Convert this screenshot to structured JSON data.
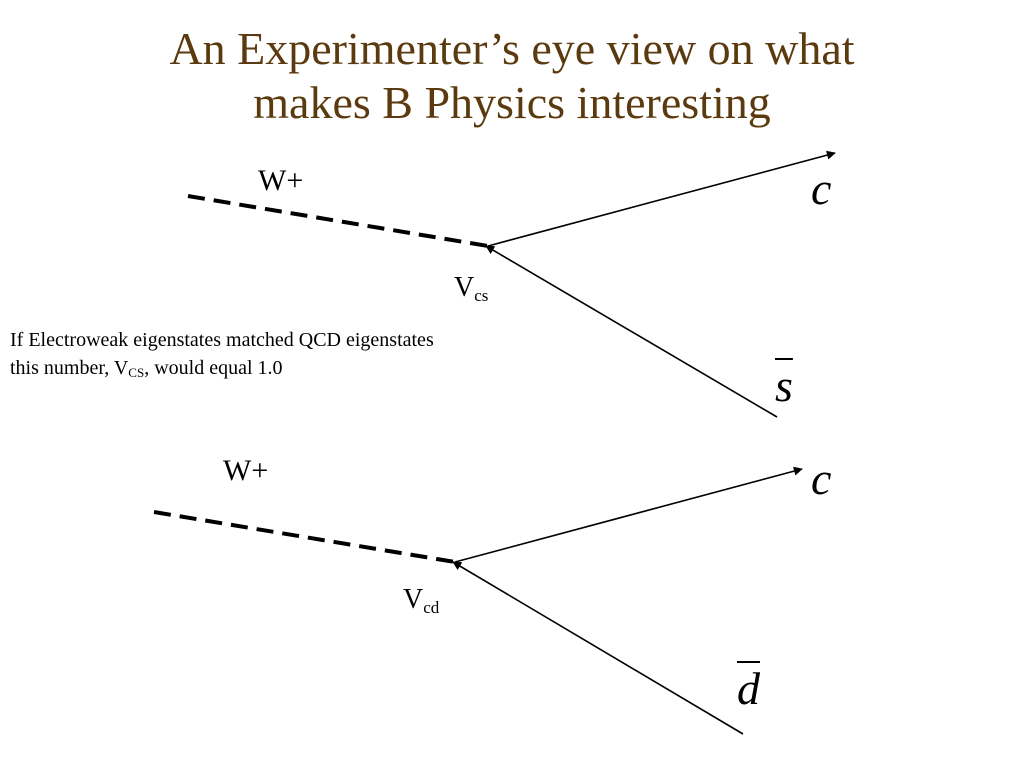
{
  "title": {
    "line1": "An Experimenter’s eye view on what",
    "line2": "makes B Physics interesting",
    "color": "#5a3a0e"
  },
  "diagram_top": {
    "boson": "W+",
    "vertex_main": "V",
    "vertex_sub": "cs",
    "quark_out": "c",
    "antiquark": "s"
  },
  "diagram_bottom": {
    "boson": "W+",
    "vertex_main": "V",
    "vertex_sub": "cd",
    "quark_out": "c",
    "antiquark": "d"
  },
  "note": {
    "line1": "If Electroweak eigenstates matched QCD eigenstates",
    "line2_prefix": "this number, V",
    "line2_sub": "CS",
    "line2_suffix": ", would equal 1.0"
  }
}
